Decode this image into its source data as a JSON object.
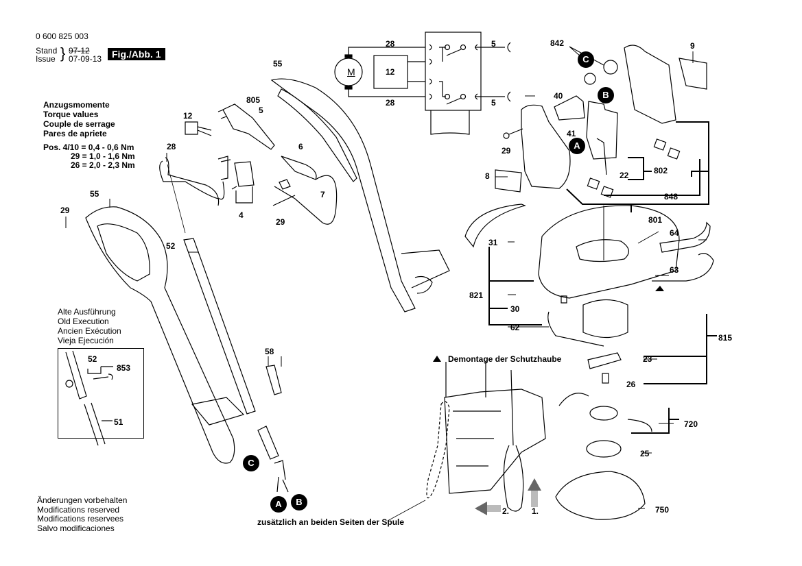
{
  "header": {
    "part_number": "0 600 825 003",
    "stand_label": "Stand",
    "issue_label": "Issue",
    "old_date": "97-12",
    "issue_date": "07-09-13",
    "figure_label": "Fig./Abb. 1"
  },
  "torque": {
    "titles": [
      "Anzugsmomente",
      "Torque values",
      "Couple de serrage",
      "Pares de apriete"
    ],
    "values": [
      "Pos. 4/10 = 0,4 - 0,6 Nm",
      "29 = 1,0 - 1,6 Nm",
      "26 = 2,0 - 2,3 Nm"
    ]
  },
  "old_execution": {
    "titles": [
      "Alte Ausführung",
      "Old Execution",
      "Ancien Exécution",
      "Vieja Ejecución"
    ],
    "parts": [
      "52",
      "853",
      "51"
    ]
  },
  "footer": {
    "notes": [
      "Änderungen vorbehalten",
      "Modifications reserved",
      "Modifications reservees",
      "Salvo modificaciones"
    ]
  },
  "wiring": {
    "motor_label": "M",
    "box_label": "12",
    "wire_labels": [
      "28",
      "28",
      "5",
      "5"
    ]
  },
  "instructions": {
    "dismantle_title": "Demontage der Schutzhaube",
    "spool_note": "zusätzlich an beiden Seiten der Spule",
    "step1": "1.",
    "step2": "2."
  },
  "badges": [
    "A",
    "B",
    "C"
  ],
  "part_labels": {
    "p55a": "55",
    "p805": "805",
    "p5": "5",
    "p12": "12",
    "p28": "28",
    "p6": "6",
    "p7": "7",
    "p4": "4",
    "p29a": "29",
    "p29b": "29",
    "p29c": "29",
    "p55b": "55",
    "p52": "52",
    "p58": "58",
    "p842": "842",
    "p9": "9",
    "p40": "40",
    "p41": "41",
    "p8": "8",
    "p22": "22",
    "p802": "802",
    "p848": "848",
    "p801": "801",
    "p64": "64",
    "p63": "63",
    "p31": "31",
    "p821": "821",
    "p30": "30",
    "p62": "62",
    "p815": "815",
    "p23": "23",
    "p26": "26",
    "p720": "720",
    "p25": "25",
    "p750": "750"
  }
}
